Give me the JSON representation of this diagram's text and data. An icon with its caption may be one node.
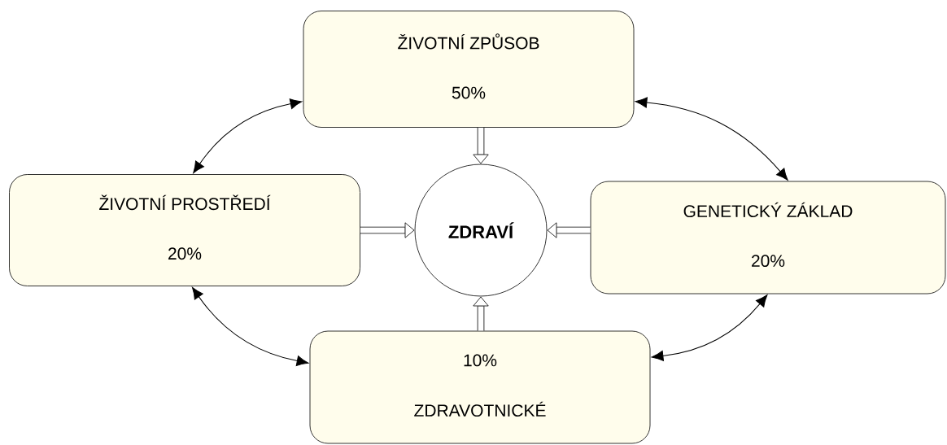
{
  "diagram": {
    "nodes": [
      {
        "text": [
          "ŽIVOTNÍ ZPŮSOB",
          "50%"
        ]
      },
      {
        "text": [
          "ŽIVOTNÍ PROSTŘEDÍ",
          "20%"
        ]
      },
      {
        "text": [
          "ZDRAVÍ"
        ]
      },
      {
        "text": [
          "GENETICKÝ ZÁKLAD",
          "20%"
        ]
      },
      {
        "text": [
          "10%",
          "ZDRAVOTNICKÉ"
        ]
      }
    ],
    "edges": [
      {
        "from": 0,
        "to": 1,
        "arrow": "both"
      },
      {
        "from": 0,
        "to": 3,
        "arrow": "both"
      },
      {
        "from": 1,
        "to": 4,
        "arrow": "both"
      },
      {
        "from": 3,
        "to": 4,
        "arrow": "both"
      },
      {
        "from": 0,
        "to": 2,
        "arrow": "to",
        "style": "thick"
      },
      {
        "from": 1,
        "to": 2,
        "arrow": "to",
        "style": "thick"
      },
      {
        "from": 3,
        "to": 2,
        "arrow": "to",
        "style": "thick"
      },
      {
        "from": 4,
        "to": 2,
        "arrow": "to",
        "style": "thick"
      }
    ]
  }
}
